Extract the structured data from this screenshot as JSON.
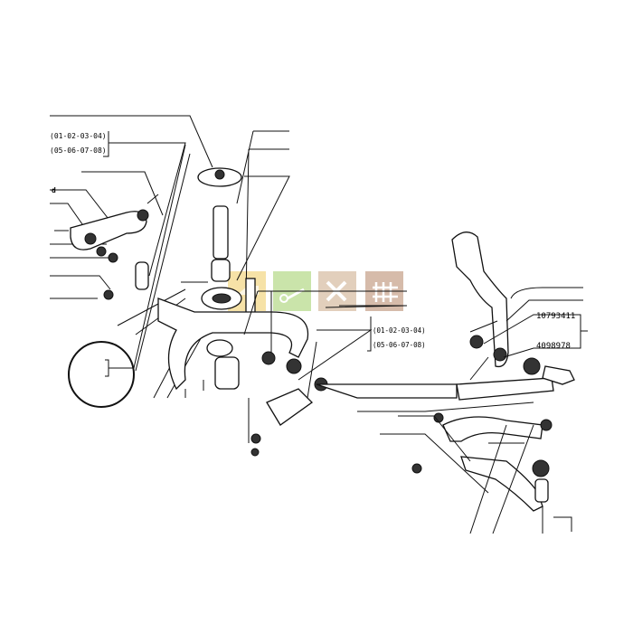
{
  "diagram": {
    "type": "exploded-parts-view",
    "labels": {
      "range_left_1": "(01-02-03-04)",
      "range_left_2": "(05-06-07-08)",
      "ref_d": "d",
      "range_mid_1": "(01-02-03-04)",
      "range_mid_2": "(05-06-07-08)",
      "part_a": "10793411",
      "part_b": "4098978"
    },
    "watermark": {
      "icons": [
        "tractor-icon",
        "wheelbarrow-icon",
        "tools-icon",
        "fence-icon"
      ],
      "colors": [
        "#f3d98a",
        "#b9dc8e",
        "#d9bfa6",
        "#c9a58e"
      ]
    }
  }
}
